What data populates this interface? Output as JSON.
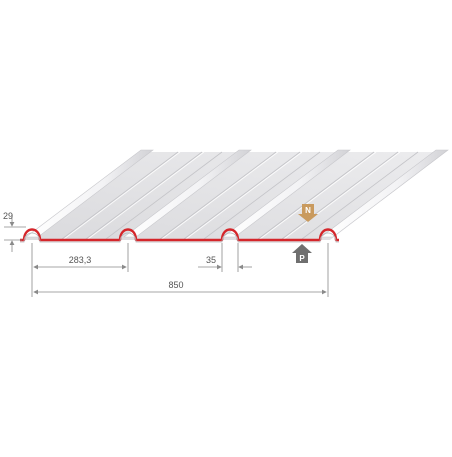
{
  "diagram": {
    "dimensions": {
      "rib_height": "29",
      "pan_width": "283,3",
      "rib_width": "35",
      "total_width": "850"
    },
    "markers": {
      "top_marker": {
        "letter": "N",
        "color": "#c99a5e"
      },
      "bottom_marker": {
        "letter": "P",
        "color": "#6f6f6f"
      }
    },
    "colors": {
      "profile_edge": "#d5262b",
      "sheet_face": "#e6e6e8",
      "sheet_rib": "#f6f6f7",
      "dimension_line": "#8a8a8a",
      "dimension_text": "#555555"
    }
  }
}
